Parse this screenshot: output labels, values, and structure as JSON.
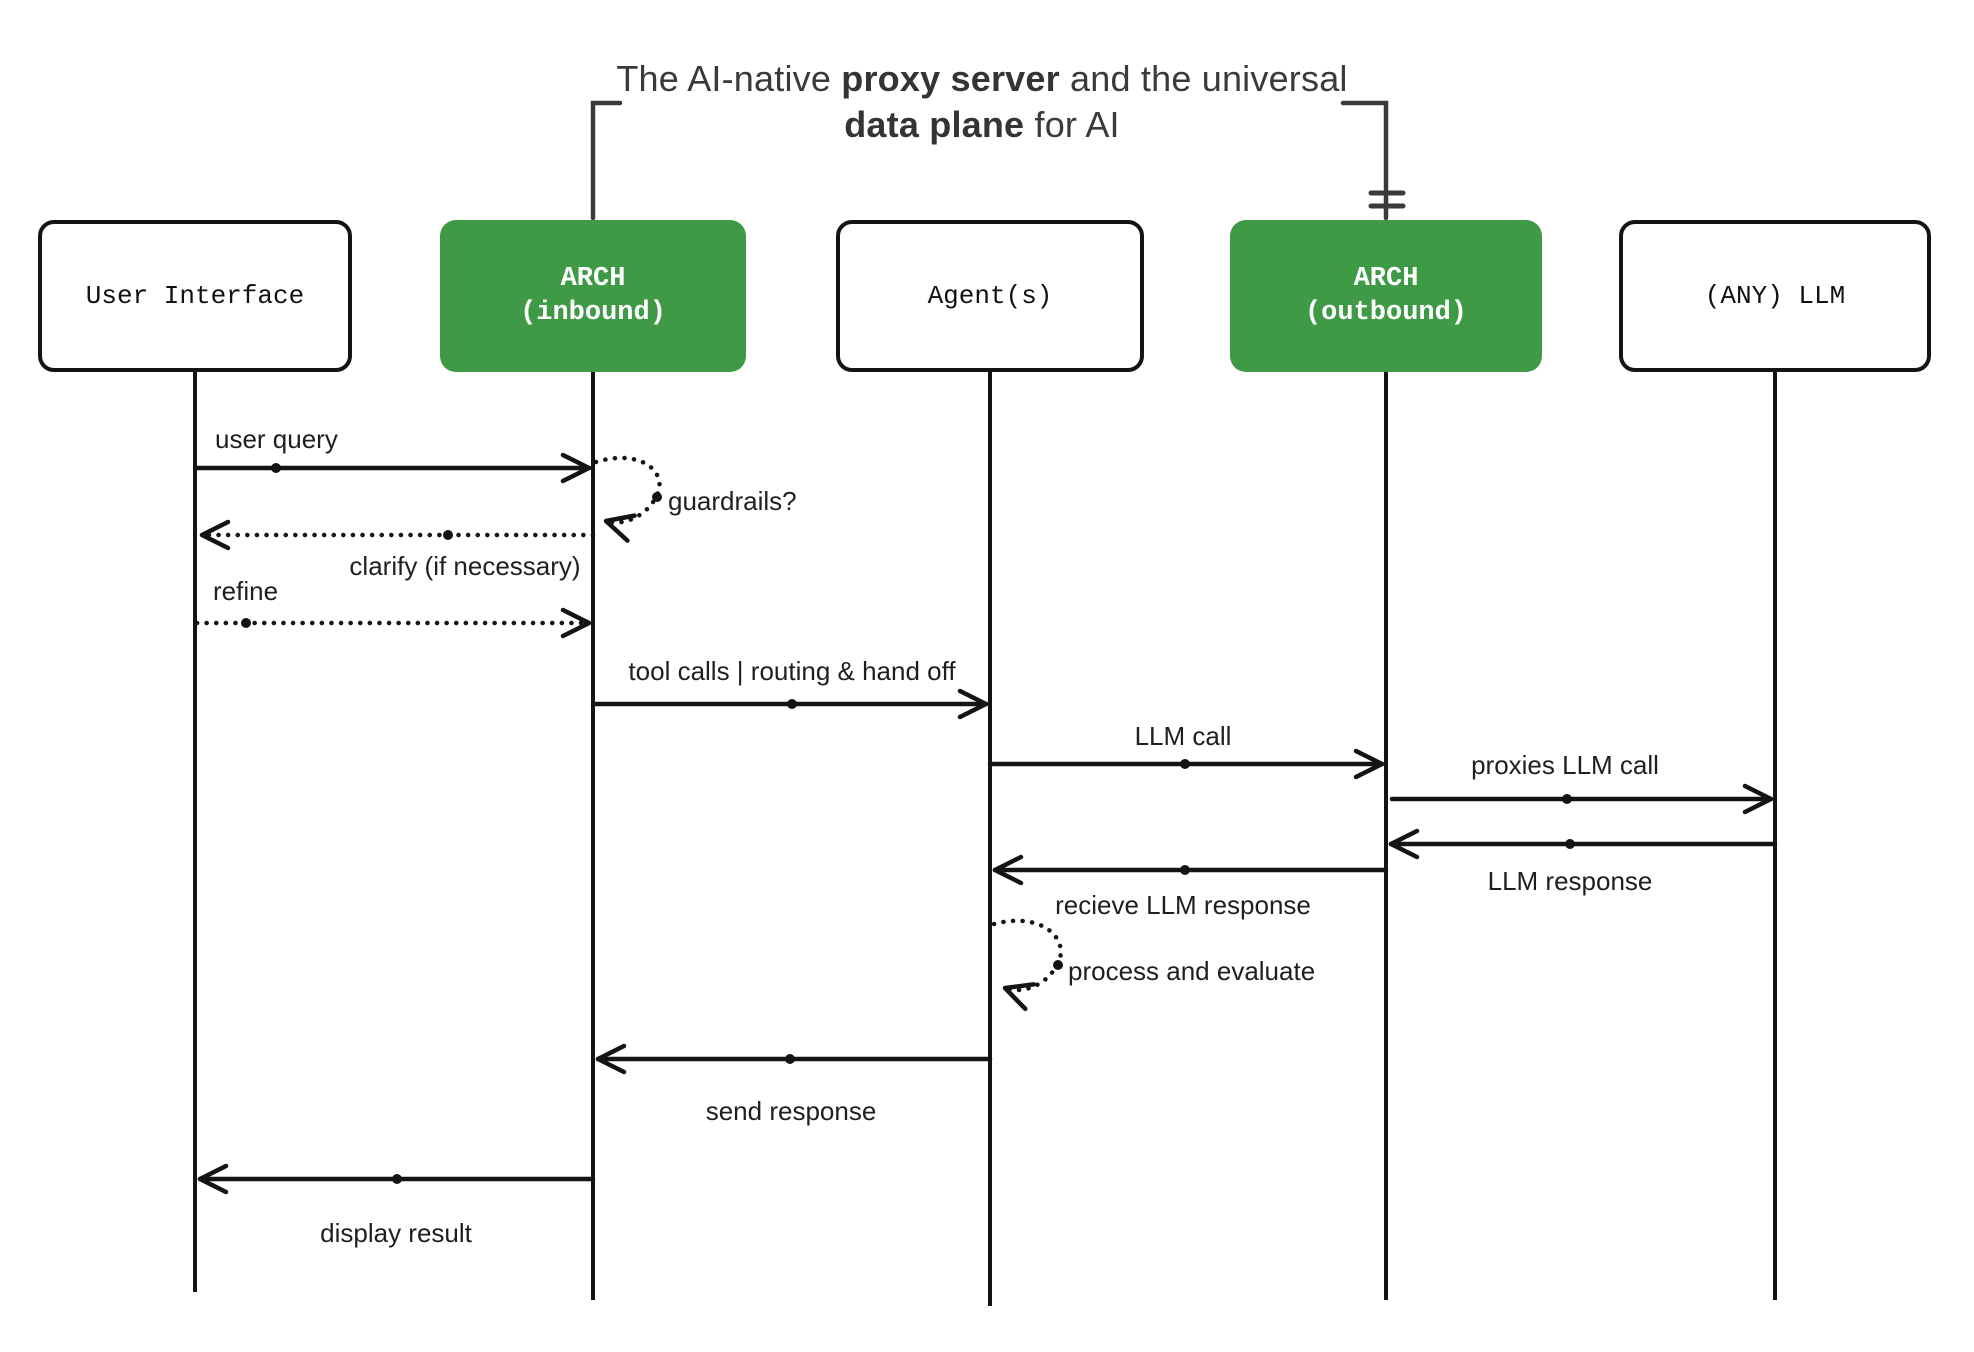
{
  "title": {
    "line1_normal1": "The AI-native ",
    "line1_bold": "proxy server",
    "line1_normal2": " and the universal",
    "line2_bold": "data plane",
    "line2_normal": " for AI"
  },
  "participants": {
    "user_interface": {
      "label": "User Interface"
    },
    "arch_inbound": {
      "line1": "ARCH",
      "line2": "(inbound)"
    },
    "agents": {
      "label": "Agent(s)"
    },
    "arch_outbound": {
      "line1": "ARCH",
      "line2": "(outbound)"
    },
    "any_llm": {
      "label": "(ANY) LLM"
    }
  },
  "messages": {
    "user_query": "user query",
    "guardrails": "guardrails?",
    "clarify": "clarify (if necessary)",
    "refine": "refine",
    "tool_calls": "tool calls | routing & hand off",
    "llm_call": "LLM call",
    "proxies_llm_call": "proxies LLM call",
    "llm_response": "LLM response",
    "recieve_llm_response": "recieve LLM response",
    "process_and_evaluate": "process and evaluate",
    "send_response": "send response",
    "display_result": "display result"
  },
  "colors": {
    "accent_green": "#3f9a46",
    "line_black": "#141414",
    "bracket_gray": "#3a3a3a",
    "label_text": "#1f1f1f",
    "box_text_light": "#ffffff",
    "background": "#ffffff"
  }
}
